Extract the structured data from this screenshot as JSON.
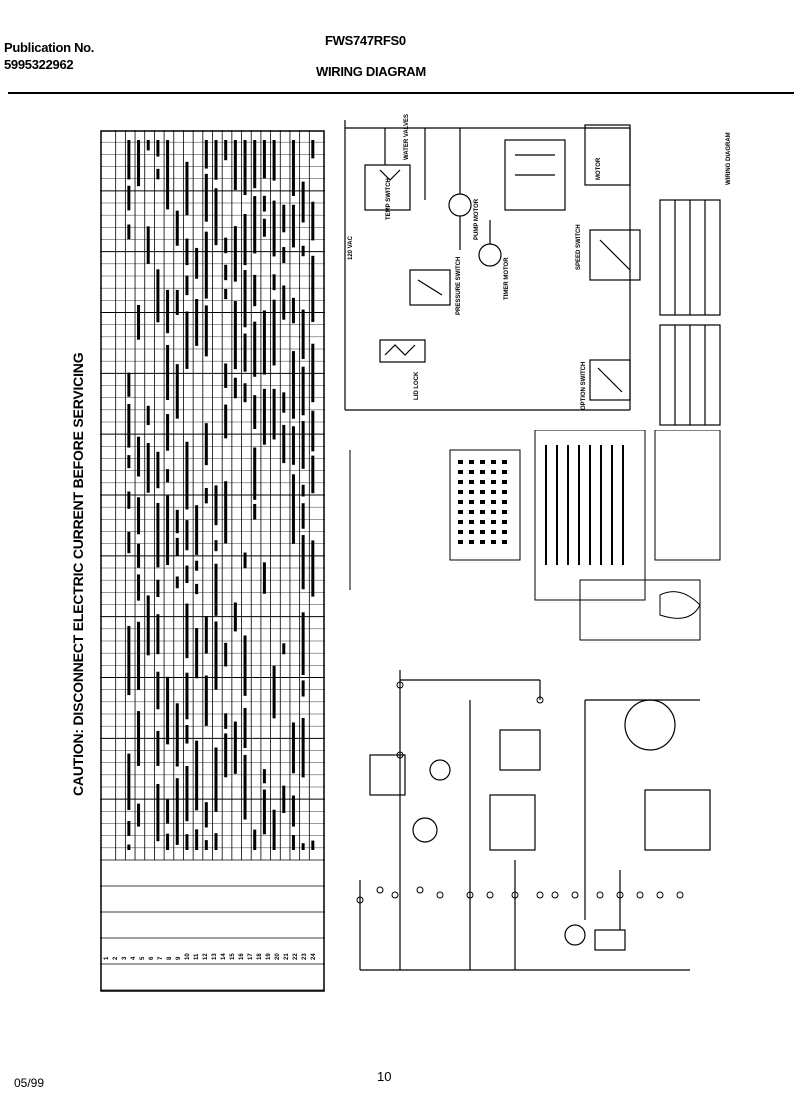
{
  "header": {
    "publication_label": "Publication No.",
    "publication_number": "5995322962",
    "model": "FWS747RFS0",
    "title": "WIRING DIAGRAM"
  },
  "caution": "CAUTION: DISCONNECT ELECTRIC CURRENT BEFORE SERVICING",
  "footer": {
    "date": "05/99",
    "page": "10"
  },
  "schematic_labels": {
    "supply": "120 VAC",
    "pump_motor": "PUMP MOTOR",
    "timer_motor": "TIMER MOTOR",
    "pressure_switch": "PRESSURE SWITCH",
    "lid_lock": "LID LOCK",
    "speed_switch": "SPEED SWITCH",
    "option_switch": "OPTION SWITCH",
    "motor": "MOTOR",
    "water_valves": "WATER VALVES",
    "temp_switch": "TEMP SWITCH",
    "diagram_ref": "WIRING DIAGRAM"
  },
  "timer_chart": {
    "rows": [
      "1",
      "2",
      "3",
      "4",
      "5",
      "6",
      "7",
      "8",
      "9",
      "10",
      "11",
      "12",
      "13",
      "14",
      "15",
      "16",
      "17",
      "18",
      "19",
      "20",
      "21",
      "22",
      "23",
      "24"
    ]
  }
}
